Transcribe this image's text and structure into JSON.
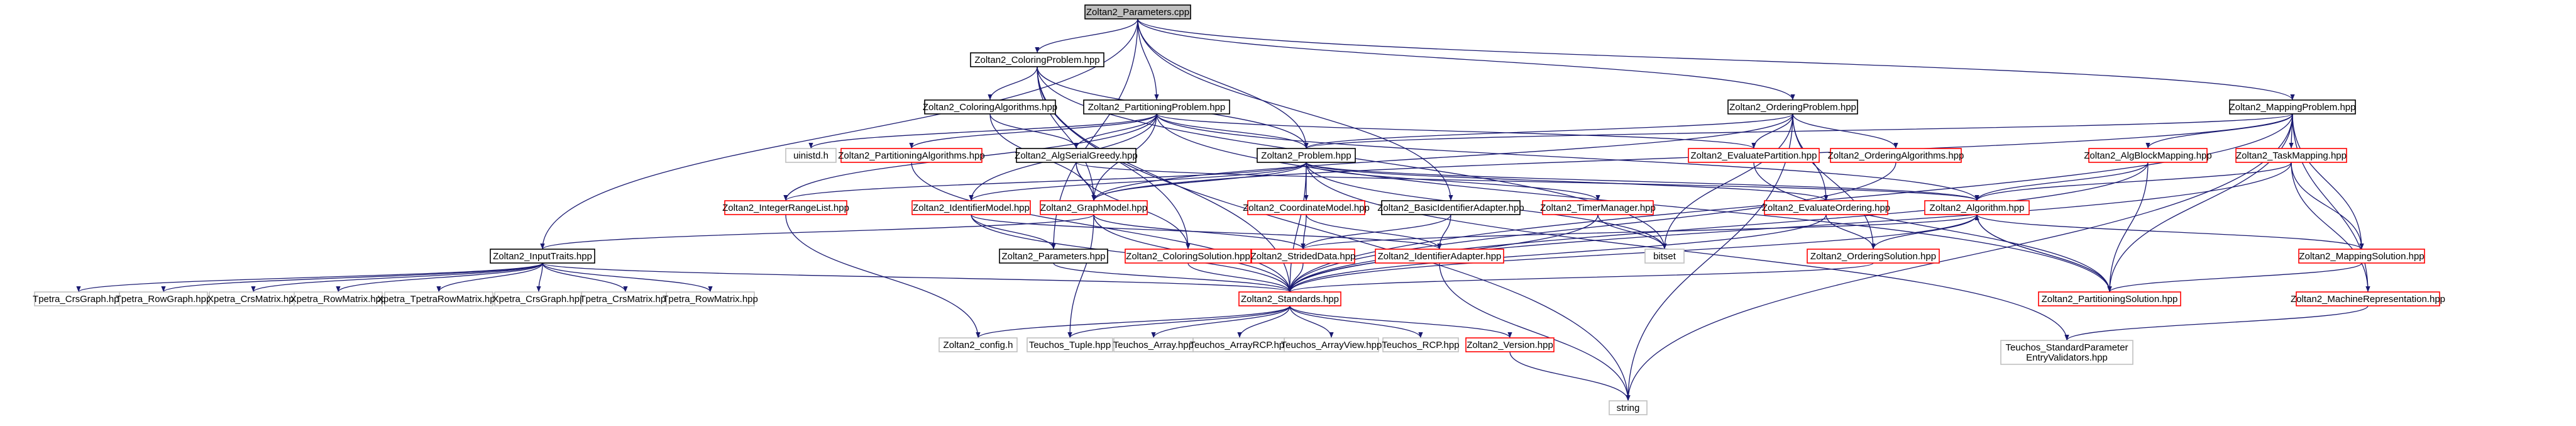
{
  "colors": {
    "edge": "#191970",
    "border_documented": "#000000",
    "border_undocumented": "#ff0000",
    "border_external": "#bfbfbf",
    "root_fill": "#bfbfbf",
    "fill": "#ffffff"
  },
  "nodes": [
    {
      "id": "n0",
      "label": "Zoltan2_Parameters.cpp",
      "kind": "root"
    },
    {
      "id": "n1",
      "label": "Zoltan2_ColoringProblem.hpp",
      "kind": "doc"
    },
    {
      "id": "n2",
      "label": "Zoltan2_PartitioningProblem.hpp",
      "kind": "doc"
    },
    {
      "id": "n3",
      "label": "Zoltan2_OrderingProblem.hpp",
      "kind": "doc"
    },
    {
      "id": "n4",
      "label": "Zoltan2_MappingProblem.hpp",
      "kind": "doc"
    },
    {
      "id": "n5",
      "label": "Zoltan2_ColoringAlgorithms.hpp",
      "kind": "doc"
    },
    {
      "id": "n6",
      "label": "Zoltan2_Problem.hpp",
      "kind": "doc"
    },
    {
      "id": "n7",
      "label": "Zoltan2_AlgSerialGreedy.hpp",
      "kind": "doc"
    },
    {
      "id": "n8",
      "label": "Zoltan2_PartitioningAlgorithms.hpp",
      "kind": "red"
    },
    {
      "id": "n9",
      "label": "uinistd.h",
      "kind": "ext"
    },
    {
      "id": "n10",
      "label": "Zoltan2_EvaluatePartition.hpp",
      "kind": "red"
    },
    {
      "id": "n11",
      "label": "Zoltan2_OrderingAlgorithms.hpp",
      "kind": "red"
    },
    {
      "id": "n12",
      "label": "Zoltan2_AlgBlockMapping.hpp",
      "kind": "red"
    },
    {
      "id": "n13",
      "label": "Zoltan2_TaskMapping.hpp",
      "kind": "red"
    },
    {
      "id": "n14",
      "label": "Zoltan2_IntegerRangeList.hpp",
      "kind": "red"
    },
    {
      "id": "n15",
      "label": "Zoltan2_IdentifierModel.hpp",
      "kind": "red"
    },
    {
      "id": "n16",
      "label": "Zoltan2_GraphModel.hpp",
      "kind": "red"
    },
    {
      "id": "n17",
      "label": "Zoltan2_CoordinateModel.hpp",
      "kind": "red"
    },
    {
      "id": "n18",
      "label": "Zoltan2_BasicIdentifierAdapter.hpp",
      "kind": "doc"
    },
    {
      "id": "n19",
      "label": "Zoltan2_TimerManager.hpp",
      "kind": "red"
    },
    {
      "id": "n20",
      "label": "Zoltan2_EvaluateOrdering.hpp",
      "kind": "red"
    },
    {
      "id": "n21",
      "label": "Zoltan2_Algorithm.hpp",
      "kind": "red"
    },
    {
      "id": "n22",
      "label": "Zoltan2_InputTraits.hpp",
      "kind": "doc"
    },
    {
      "id": "n23",
      "label": "Zoltan2_Parameters.hpp",
      "kind": "doc"
    },
    {
      "id": "n24",
      "label": "Zoltan2_ColoringSolution.hpp",
      "kind": "red"
    },
    {
      "id": "n25",
      "label": "Zoltan2_StridedData.hpp",
      "kind": "red"
    },
    {
      "id": "n26",
      "label": "Zoltan2_IdentifierAdapter.hpp",
      "kind": "red"
    },
    {
      "id": "n27",
      "label": "bitset",
      "kind": "ext"
    },
    {
      "id": "n28",
      "label": "Zoltan2_OrderingSolution.hpp",
      "kind": "red"
    },
    {
      "id": "n29",
      "label": "Zoltan2_MappingSolution.hpp",
      "kind": "red"
    },
    {
      "id": "n30",
      "label": "Tpetra_CrsGraph.hpp",
      "kind": "ext"
    },
    {
      "id": "n31",
      "label": "Tpetra_RowGraph.hpp",
      "kind": "ext"
    },
    {
      "id": "n32",
      "label": "Xpetra_CrsMatrix.hpp",
      "kind": "ext"
    },
    {
      "id": "n33",
      "label": "Xpetra_RowMatrix.hpp",
      "kind": "ext"
    },
    {
      "id": "n34",
      "label": "Xpetra_TpetraRowMatrix.hpp",
      "kind": "ext"
    },
    {
      "id": "n35",
      "label": "Xpetra_CrsGraph.hpp",
      "kind": "ext"
    },
    {
      "id": "n36",
      "label": "Tpetra_CrsMatrix.hpp",
      "kind": "ext"
    },
    {
      "id": "n37",
      "label": "Tpetra_RowMatrix.hpp",
      "kind": "ext"
    },
    {
      "id": "n38",
      "label": "Zoltan2_Standards.hpp",
      "kind": "red"
    },
    {
      "id": "n39",
      "label": "Zoltan2_PartitioningSolution.hpp",
      "kind": "red"
    },
    {
      "id": "n40",
      "label": "Zoltan2_MachineRepresentation.hpp",
      "kind": "red"
    },
    {
      "id": "n41",
      "label": "Zoltan2_config.h",
      "kind": "ext"
    },
    {
      "id": "n42",
      "label": "Teuchos_Tuple.hpp",
      "kind": "ext"
    },
    {
      "id": "n43",
      "label": "Teuchos_Array.hpp",
      "kind": "ext"
    },
    {
      "id": "n44",
      "label": "Teuchos_ArrayRCP.hpp",
      "kind": "ext"
    },
    {
      "id": "n45",
      "label": "Teuchos_ArrayView.hpp",
      "kind": "ext"
    },
    {
      "id": "n46",
      "label": "Teuchos_RCP.hpp",
      "kind": "ext"
    },
    {
      "id": "n47",
      "label": "Zoltan2_Version.hpp",
      "kind": "red"
    },
    {
      "id": "n48",
      "label": "Teuchos_StandardParameter\nEntryValidators.hpp",
      "kind": "ext"
    },
    {
      "id": "n49",
      "label": "string",
      "kind": "ext"
    }
  ],
  "edges": [
    [
      "n0",
      "n1"
    ],
    [
      "n0",
      "n2"
    ],
    [
      "n0",
      "n3"
    ],
    [
      "n0",
      "n4"
    ],
    [
      "n0",
      "n6"
    ],
    [
      "n0",
      "n18"
    ],
    [
      "n0",
      "n22"
    ],
    [
      "n0",
      "n23"
    ],
    [
      "n1",
      "n5"
    ],
    [
      "n1",
      "n6"
    ],
    [
      "n1",
      "n24"
    ],
    [
      "n1",
      "n38"
    ],
    [
      "n1",
      "n49"
    ],
    [
      "n1",
      "n16"
    ],
    [
      "n1",
      "n27"
    ],
    [
      "n5",
      "n7"
    ],
    [
      "n5",
      "n16"
    ],
    [
      "n2",
      "n6"
    ],
    [
      "n2",
      "n8"
    ],
    [
      "n2",
      "n7"
    ],
    [
      "n2",
      "n9"
    ],
    [
      "n2",
      "n14"
    ],
    [
      "n2",
      "n15"
    ],
    [
      "n2",
      "n16"
    ],
    [
      "n2",
      "n39"
    ],
    [
      "n2",
      "n21"
    ],
    [
      "n2",
      "n10"
    ],
    [
      "n7",
      "n16"
    ],
    [
      "n7",
      "n24"
    ],
    [
      "n7",
      "n21"
    ],
    [
      "n8",
      "n38"
    ],
    [
      "n3",
      "n6"
    ],
    [
      "n3",
      "n10"
    ],
    [
      "n3",
      "n11"
    ],
    [
      "n3",
      "n27"
    ],
    [
      "n3",
      "n49"
    ],
    [
      "n3",
      "n20"
    ],
    [
      "n3",
      "n28"
    ],
    [
      "n3",
      "n16"
    ],
    [
      "n11",
      "n38"
    ],
    [
      "n10",
      "n39"
    ],
    [
      "n4",
      "n6"
    ],
    [
      "n4",
      "n12"
    ],
    [
      "n4",
      "n13"
    ],
    [
      "n4",
      "n29"
    ],
    [
      "n4",
      "n40"
    ],
    [
      "n4",
      "n49"
    ],
    [
      "n4",
      "n16"
    ],
    [
      "n4",
      "n39"
    ],
    [
      "n4",
      "n38"
    ],
    [
      "n12",
      "n21"
    ],
    [
      "n12",
      "n39"
    ],
    [
      "n12",
      "n38"
    ],
    [
      "n13",
      "n21"
    ],
    [
      "n13",
      "n29"
    ],
    [
      "n13",
      "n40"
    ],
    [
      "n13",
      "n38"
    ],
    [
      "n6",
      "n14"
    ],
    [
      "n6",
      "n15"
    ],
    [
      "n6",
      "n16"
    ],
    [
      "n6",
      "n17"
    ],
    [
      "n6",
      "n19"
    ],
    [
      "n6",
      "n20"
    ],
    [
      "n6",
      "n21"
    ],
    [
      "n6",
      "n38"
    ],
    [
      "n6",
      "n48"
    ],
    [
      "n6",
      "n27"
    ],
    [
      "n14",
      "n41"
    ],
    [
      "n15",
      "n23"
    ],
    [
      "n15",
      "n38"
    ],
    [
      "n15",
      "n26"
    ],
    [
      "n16",
      "n22"
    ],
    [
      "n16",
      "n25"
    ],
    [
      "n16",
      "n42"
    ],
    [
      "n16",
      "n38"
    ],
    [
      "n17",
      "n25"
    ],
    [
      "n17",
      "n26"
    ],
    [
      "n18",
      "n26"
    ],
    [
      "n18",
      "n25"
    ],
    [
      "n19",
      "n27"
    ],
    [
      "n19",
      "n38"
    ],
    [
      "n20",
      "n28"
    ],
    [
      "n20",
      "n38"
    ],
    [
      "n21",
      "n28"
    ],
    [
      "n21",
      "n29"
    ],
    [
      "n21",
      "n39"
    ],
    [
      "n21",
      "n38"
    ],
    [
      "n21",
      "n25"
    ],
    [
      "n22",
      "n30"
    ],
    [
      "n22",
      "n31"
    ],
    [
      "n22",
      "n32"
    ],
    [
      "n22",
      "n33"
    ],
    [
      "n22",
      "n34"
    ],
    [
      "n22",
      "n35"
    ],
    [
      "n22",
      "n36"
    ],
    [
      "n22",
      "n37"
    ],
    [
      "n22",
      "n38"
    ],
    [
      "n23",
      "n38"
    ],
    [
      "n24",
      "n38"
    ],
    [
      "n25",
      "n38"
    ],
    [
      "n26",
      "n49"
    ],
    [
      "n28",
      "n38"
    ],
    [
      "n29",
      "n39"
    ],
    [
      "n39",
      "n21"
    ],
    [
      "n40",
      "n48"
    ],
    [
      "n38",
      "n41"
    ],
    [
      "n38",
      "n42"
    ],
    [
      "n38",
      "n43"
    ],
    [
      "n38",
      "n44"
    ],
    [
      "n38",
      "n45"
    ],
    [
      "n38",
      "n46"
    ],
    [
      "n38",
      "n47"
    ],
    [
      "n47",
      "n49"
    ]
  ]
}
